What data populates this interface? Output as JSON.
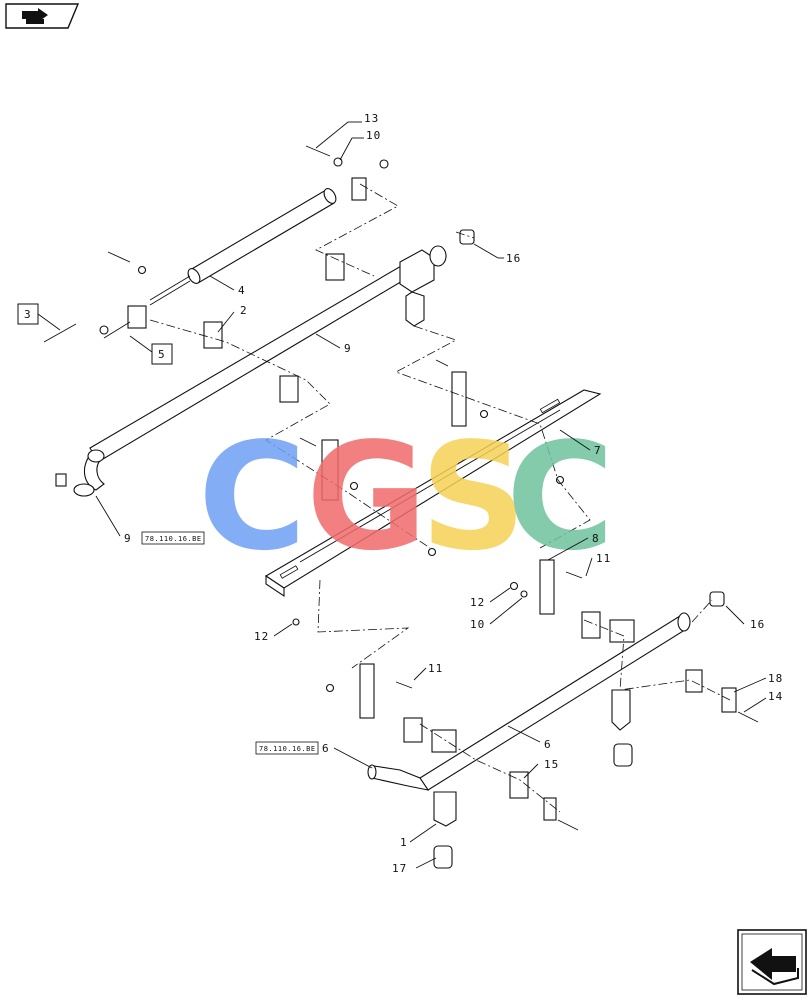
{
  "callouts": {
    "c1": "1",
    "c2": "2",
    "c3": "3",
    "c4": "4",
    "c5": "5",
    "c6": "6",
    "c7": "7",
    "c8": "8",
    "c9a": "9",
    "c9b": "9",
    "c10a": "10",
    "c10b": "10",
    "c11a": "11",
    "c11b": "11",
    "c12a": "12",
    "c12b": "12",
    "c13": "13",
    "c14": "14",
    "c15": "15",
    "c16a": "16",
    "c16b": "16",
    "c17": "17",
    "c18": "18"
  },
  "references": {
    "ref_a": "78.110.16.BE",
    "ref_b": "78.110.16.BE"
  },
  "watermark": {
    "letters": [
      "C",
      "G",
      "S",
      "C"
    ],
    "colors": [
      "#6ea0f5",
      "#f26b6b",
      "#f6d256",
      "#6ec29c"
    ]
  },
  "icons": {
    "top_left": "book-arrow-icon",
    "bottom_right": "next-page-arrow-icon"
  }
}
